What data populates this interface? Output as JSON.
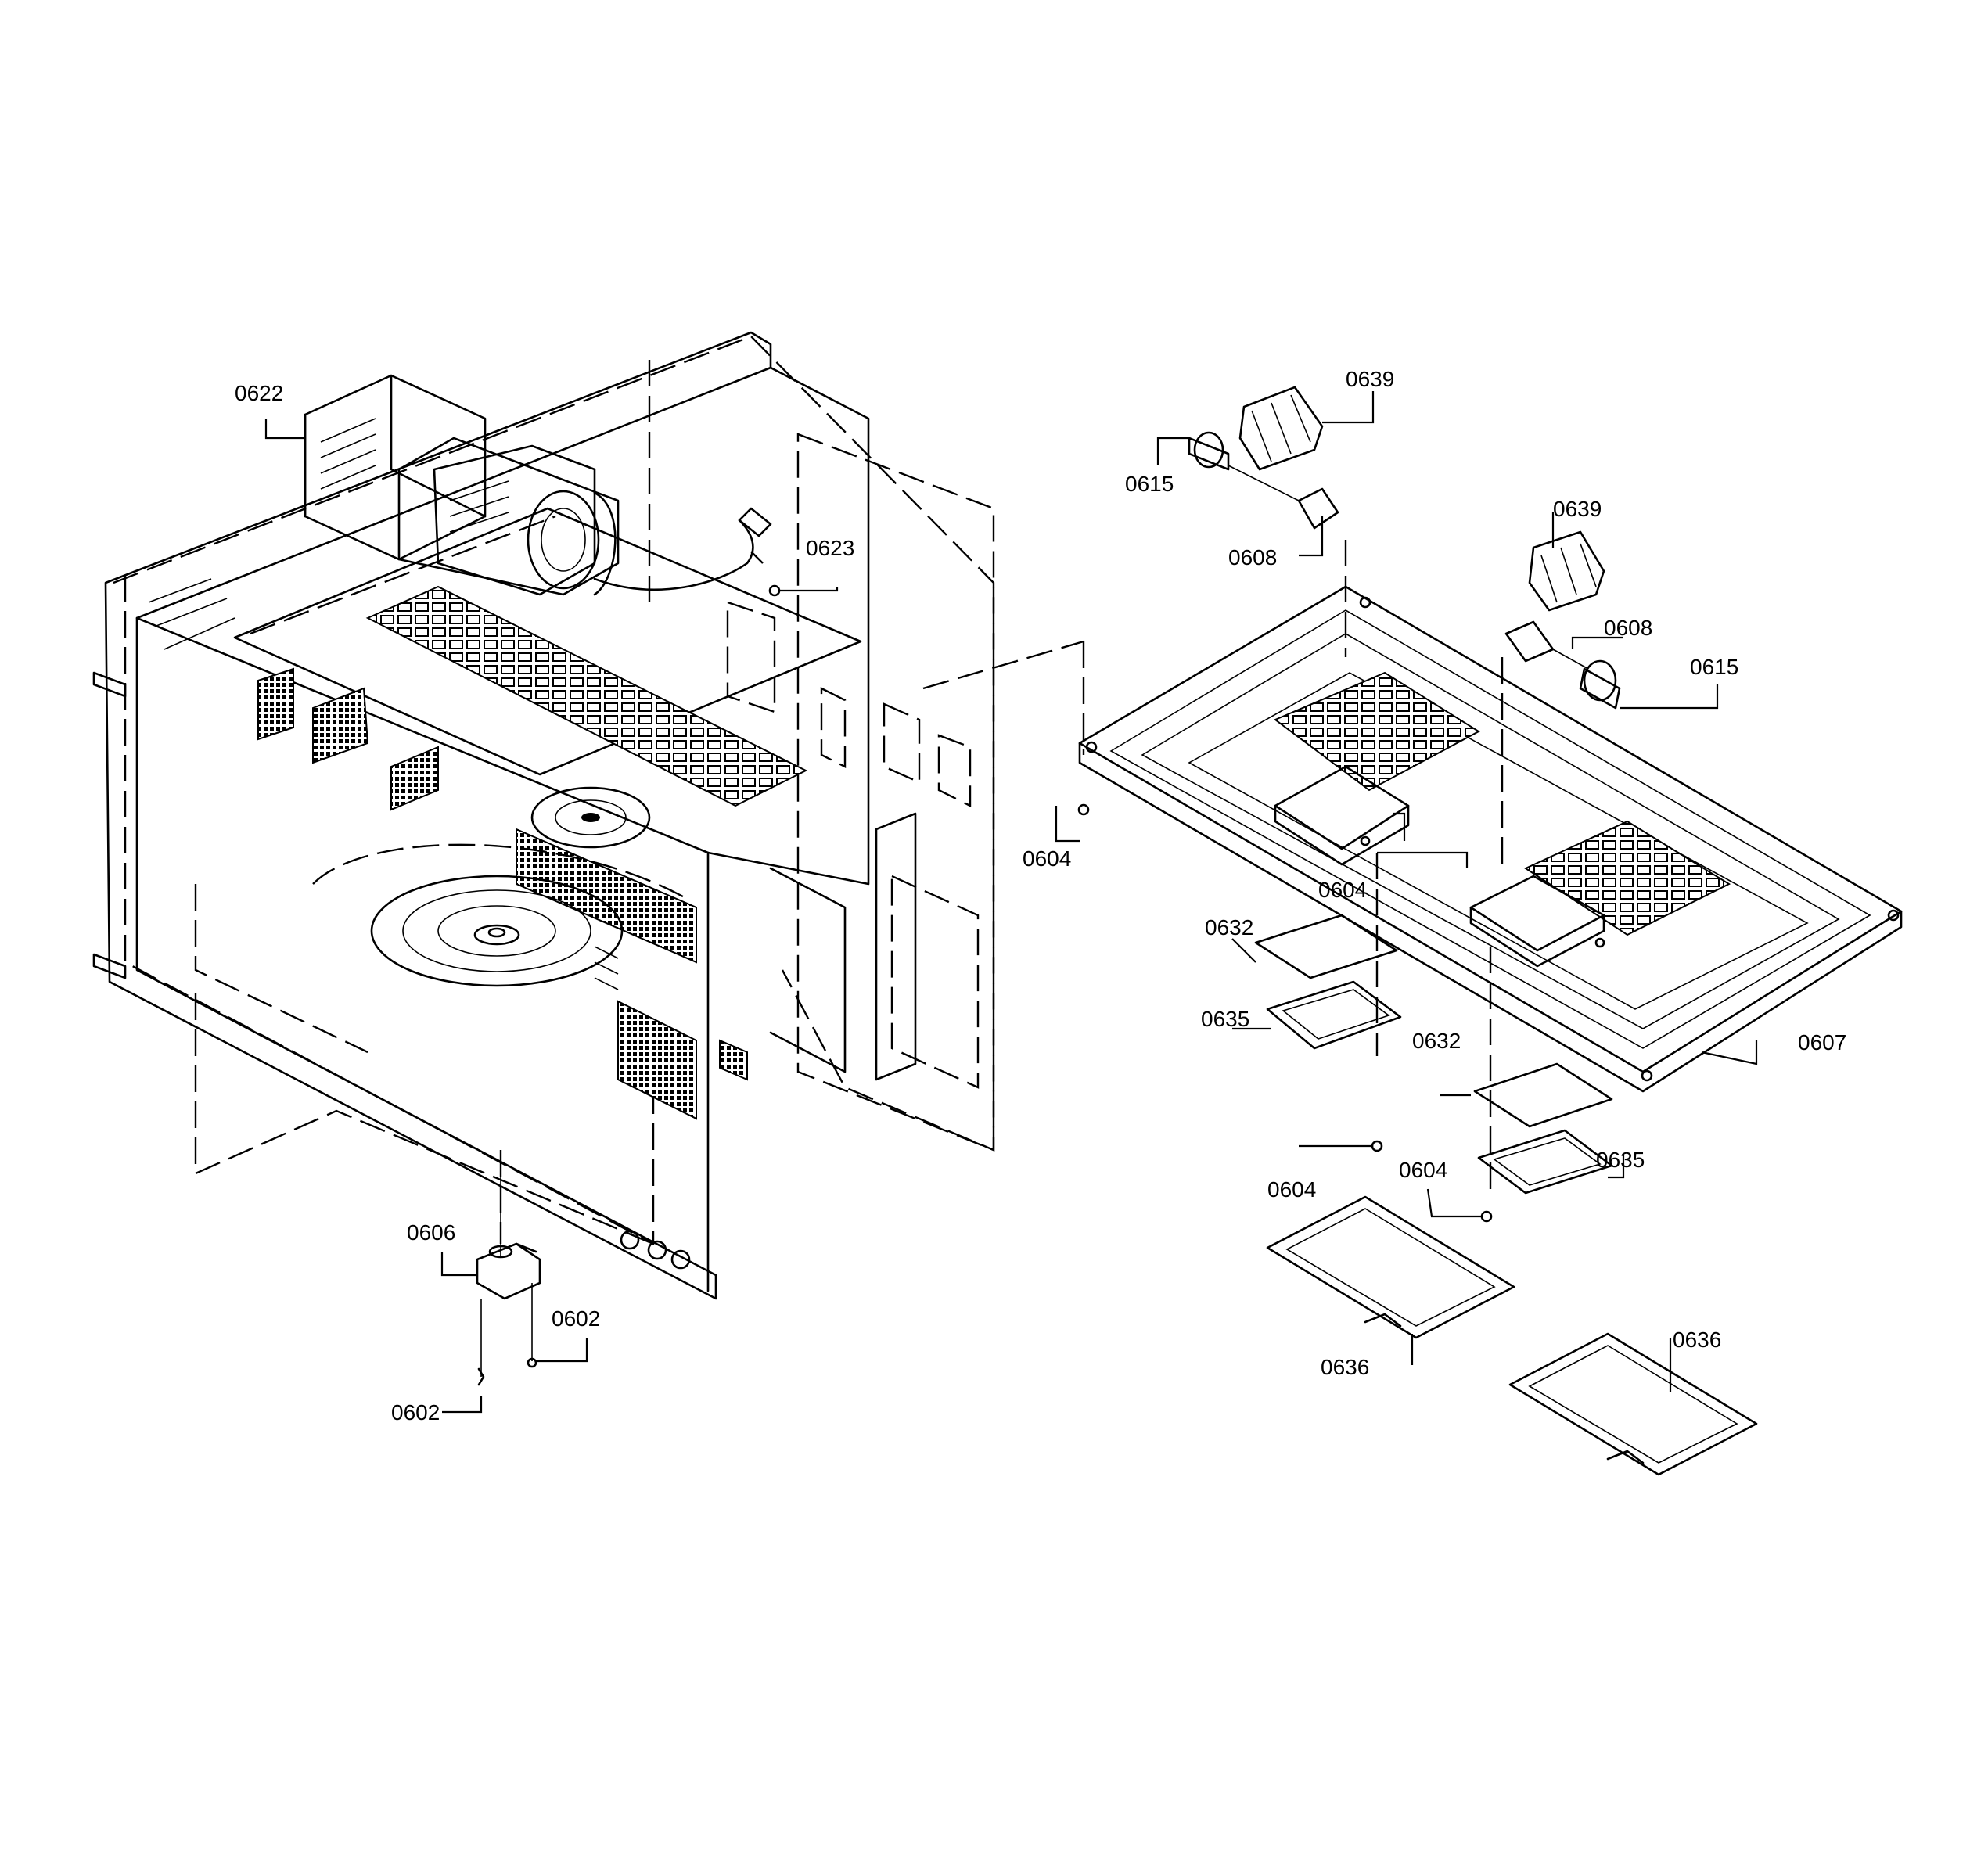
{
  "callouts": [
    {
      "id": "0622",
      "text": "0622"
    },
    {
      "id": "0623",
      "text": "0623"
    },
    {
      "id": "0604",
      "text": "0604"
    },
    {
      "id": "0606",
      "text": "0606"
    },
    {
      "id": "0602",
      "text": "0602"
    },
    {
      "id": "0639",
      "text": "0639"
    },
    {
      "id": "0615",
      "text": "0615"
    },
    {
      "id": "0608",
      "text": "0608"
    },
    {
      "id": "0607",
      "text": "0607"
    },
    {
      "id": "0632",
      "text": "0632"
    },
    {
      "id": "0635",
      "text": "0635"
    },
    {
      "id": "0636",
      "text": "0636"
    }
  ],
  "colors": {
    "line": "#000000",
    "background": "#ffffff"
  }
}
